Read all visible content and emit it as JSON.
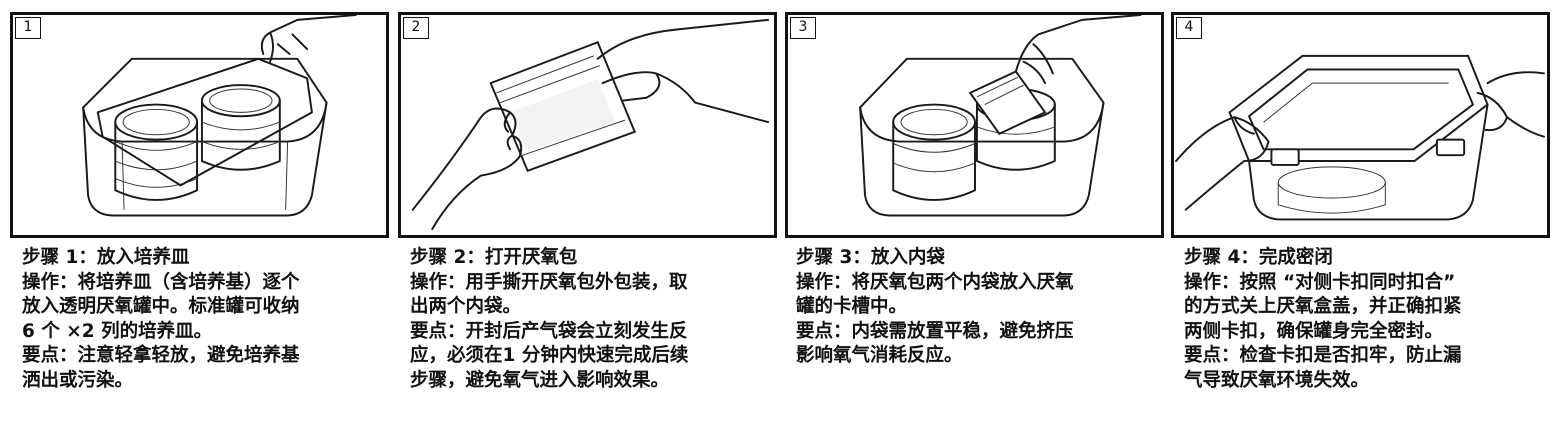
{
  "panels": [
    {
      "number": "1",
      "lines": [
        "步骤 1：放入培养皿",
        "操作：将培养皿（含培养基）逐个",
        "放入透明厌氧罐中。标准罐可收纳",
        "6 个 ×2 列的培养皿。",
        "要点：注意轻拿轻放，避免培养基",
        "洒出或污染。"
      ]
    },
    {
      "number": "2",
      "lines": [
        "步骤 2：打开厌氧包",
        "操作：用手撕开厌氧包外包装，取",
        "出两个内袋。",
        "要点：开封后产气袋会立刻发生反",
        "应，必须在1 分钟内快速完成后续",
        "步骤，避免氧气进入影响效果。"
      ]
    },
    {
      "number": "3",
      "lines": [
        "步骤 3：放入内袋",
        "操作：将厌氧包两个内袋放入厌氧",
        "罐的卡槽中。",
        "要点：内袋需放置平稳，避免挤压",
        "影响氧气消耗反应。"
      ]
    },
    {
      "number": "4",
      "lines": [
        "步骤 4：完成密闭",
        "操作：按照 “对侧卡扣同时扣合”",
        "的方式关上厌氧盒盖，并正确扣紧",
        "两侧卡扣，确保罐身完全密封。",
        "要点：检查卡扣是否扣牢，防止漏",
        "气导致厌氧环境失效。"
      ]
    }
  ]
}
